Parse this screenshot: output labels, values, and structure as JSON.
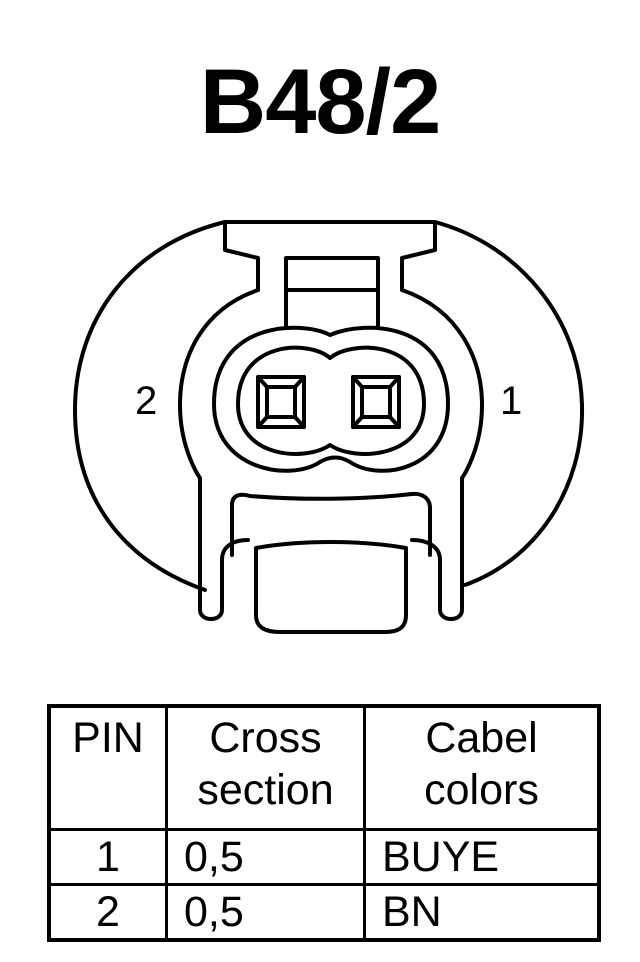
{
  "title": "B48/2",
  "connector": {
    "pin_left_label": "2",
    "pin_right_label": "1"
  },
  "table": {
    "headers": {
      "pin": "PIN",
      "cross_section_line1": "Cross",
      "cross_section_line2": "section",
      "colors_line1": "Cabel",
      "colors_line2": "colors"
    },
    "rows": [
      {
        "pin": "1",
        "cross_section": "0,5",
        "color": "BUYE"
      },
      {
        "pin": "2",
        "cross_section": "0,5",
        "color": "BN"
      }
    ]
  }
}
